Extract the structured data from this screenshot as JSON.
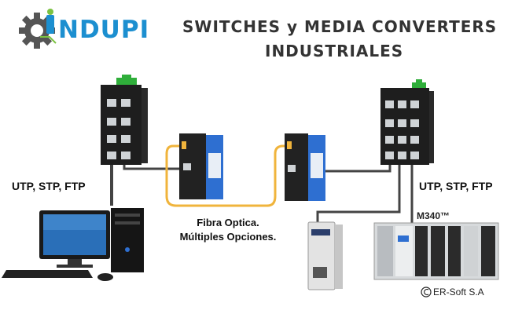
{
  "logo": {
    "text": "NDUPI",
    "color": "#1c8fd0",
    "gear_color": "#555555",
    "accent_color": "#7cc242"
  },
  "title": {
    "line1": "SWITCHES y MEDIA CONVERTERS",
    "line2": "INDUSTRIALES"
  },
  "labels": {
    "utp_left": "UTP, STP, FTP",
    "utp_right": "UTP, STP, FTP",
    "fibra_line1": "Fibra Optica.",
    "fibra_line2": "Múltiples Opciones.",
    "plc_model": "M340™",
    "copyright": "ER-Soft S.A"
  },
  "colors": {
    "fiber": "#f0b43c",
    "cable": "#444444",
    "converter_accent": "#2e6fd1",
    "switch_body": "#1e1e1e",
    "terminal": "#2fae3a"
  },
  "icons": [
    "gear-icon",
    "switch-icon",
    "media-converter-icon",
    "desktop-computer-icon",
    "gateway-icon",
    "plc-icon",
    "copyright-icon"
  ]
}
